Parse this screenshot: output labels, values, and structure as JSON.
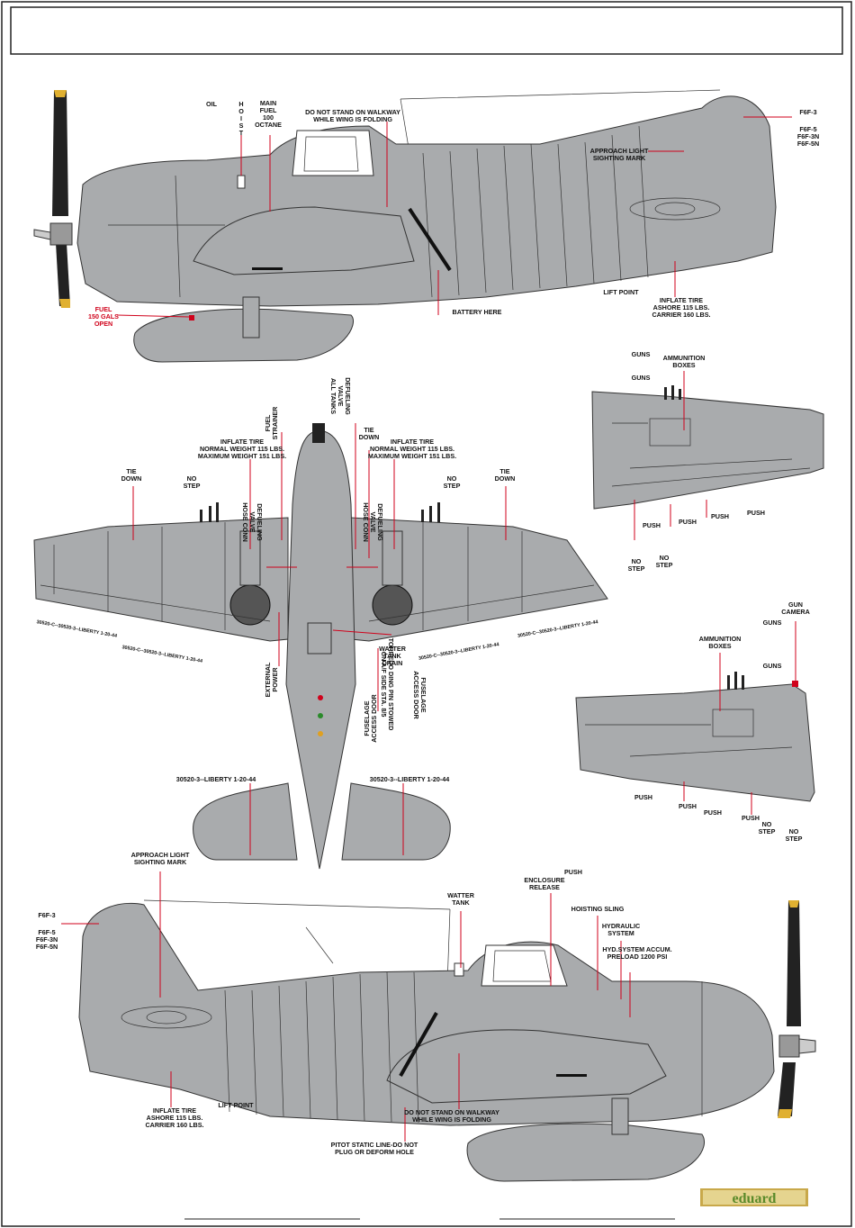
{
  "labels": {
    "oil": "OIL",
    "hoist": "HOIST",
    "main_fuel": [
      "MAIN",
      "FUEL",
      "100",
      "OCTANE"
    ],
    "walkway_top": [
      "DO NOT STAND ON WALKWAY",
      "WHILE WING IS FOLDING"
    ],
    "f6f3_top": "F6F-3",
    "f6f_variants_top": [
      "F6F-5",
      "F6F-3N",
      "F6F-5N"
    ],
    "approach_top": [
      "APPROACH LIGHT",
      "SIGHTING MARK"
    ],
    "lift_point_top": "LIFT POINT",
    "inflate_tire_side_top": [
      "INFLATE TIRE",
      "ASHORE 115 LBS.",
      "CARRIER 160 LBS."
    ],
    "battery": "BATTERY HERE",
    "fuel_open": [
      "FUEL",
      "150 GALS",
      "OPEN"
    ],
    "defueling_all": [
      "DEFUELING",
      "VALVE",
      "ALL TANKS"
    ],
    "fuel_strainer": [
      "FUEL",
      "STRAINER"
    ],
    "tie_down_center": [
      "TIE",
      "DOWN"
    ],
    "inflate_tire_left": [
      "INFLATE TIRE",
      "NORMAL WEIGHT 115 LBS.",
      "MAXIMUM WEIGHT 151 LBS."
    ],
    "inflate_tire_right": [
      "INFLATE TIRE",
      "NORMAL WEIGHT 115 LBS.",
      "MAXIMUM WEIGHT 151 LBS."
    ],
    "tie_down_left": [
      "TIE",
      "DOWN"
    ],
    "tie_down_right": [
      "TIE",
      "DOWN"
    ],
    "no_step_left": [
      "NO",
      "STEP"
    ],
    "no_step_right": [
      "NO",
      "STEP"
    ],
    "defueling_hose_left": [
      "DEFUELING",
      "VALVE",
      "HOSE CONN"
    ],
    "defueling_hose_right": [
      "DEFUELING",
      "VALVE",
      "HOSE CONN"
    ],
    "external_power": [
      "EXTERNAL",
      "POWER"
    ],
    "watter_tank_drain": [
      "WATTER",
      "TANK",
      "DRAIN"
    ],
    "fuselage_door_left": [
      "FUSELAGE",
      "ACCESS DOOR"
    ],
    "fuselage_door_right": [
      "FUSELAGE",
      "ACCESS DOOR"
    ],
    "torpedo": [
      "TORPEDO DING PIN STOWED",
      "ON A/F SIDE STA. 8/5"
    ],
    "stencil_tail_left": "30520-3--LIBERTY 1-20-44",
    "stencil_tail_right": "30520-3--LIBERTY 1-20-44",
    "stencil_wing_1": "30520-C--30520-3--LIBERTY 1-20-44",
    "stencil_wing_2": "30520-C--30520-3--LIBERTY 1-20-44",
    "stencil_wing_3": "30520-C--30520-3--LIBERTY 1-20-44",
    "stencil_wing_4": "30520-C--30520-3--LIBERTY 1-20-44",
    "guns_1": "GUNS",
    "guns_2": "GUNS",
    "ammo_boxes_1": [
      "AMMUNITION",
      "BOXES"
    ],
    "push_1": "PUSH",
    "push_2": "PUSH",
    "push_3": "PUSH",
    "push_4": "PUSH",
    "no_step_w1a": [
      "NO",
      "STEP"
    ],
    "no_step_w1b": [
      "NO",
      "STEP"
    ],
    "gun_camera": [
      "GUN",
      "CAMERA"
    ],
    "guns_3": "GUNS",
    "guns_4": "GUNS",
    "ammo_boxes_2": [
      "AMMUNITION",
      "BOXES"
    ],
    "push_5": "PUSH",
    "push_6": "PUSH",
    "push_7": "PUSH",
    "push_8": "PUSH",
    "no_step_w2a": [
      "NO",
      "STEP"
    ],
    "no_step_w2b": [
      "NO",
      "STEP"
    ],
    "approach_bottom": [
      "APPROACH LIGHT",
      "SIGHTING MARK"
    ],
    "f6f3_bottom": "F6F-3",
    "f6f_variants_bottom": [
      "F6F-5",
      "F6F-3N",
      "F6F-5N"
    ],
    "watter_tank": [
      "WATTER",
      "TANK"
    ],
    "push_top": "PUSH",
    "enclosure_release": [
      "ENCLOSURE",
      "RELEASE"
    ],
    "hoisting_sling": "HOISTING SLING",
    "hydraulic_system": [
      "HYDRAULIC",
      "SYSTEM"
    ],
    "hyd_accum": [
      "HYD.SYSTEM ACCUM.",
      "PRELOAD 1200 PSI"
    ],
    "inflate_tire_side_bottom": [
      "INFLATE TIRE",
      "ASHORE 115 LBS.",
      "CARRIER 160 LBS."
    ],
    "lift_point_bottom": "LIFT POINT",
    "walkway_bottom": [
      "DO NOT STAND ON WALKWAY",
      "WHILE WING IS FOLDING"
    ],
    "pitot": [
      "PITOT STATIC LINE-DO NOT",
      "PLUG OR DEFORM HOLE"
    ]
  },
  "brand": {
    "logo": "eduard"
  },
  "colors": {
    "aircraft": "#a9abad",
    "callout": "#d0021b",
    "outline": "#333333",
    "logo_green": "#5a8a2a",
    "logo_gold": "#c8a84a"
  }
}
